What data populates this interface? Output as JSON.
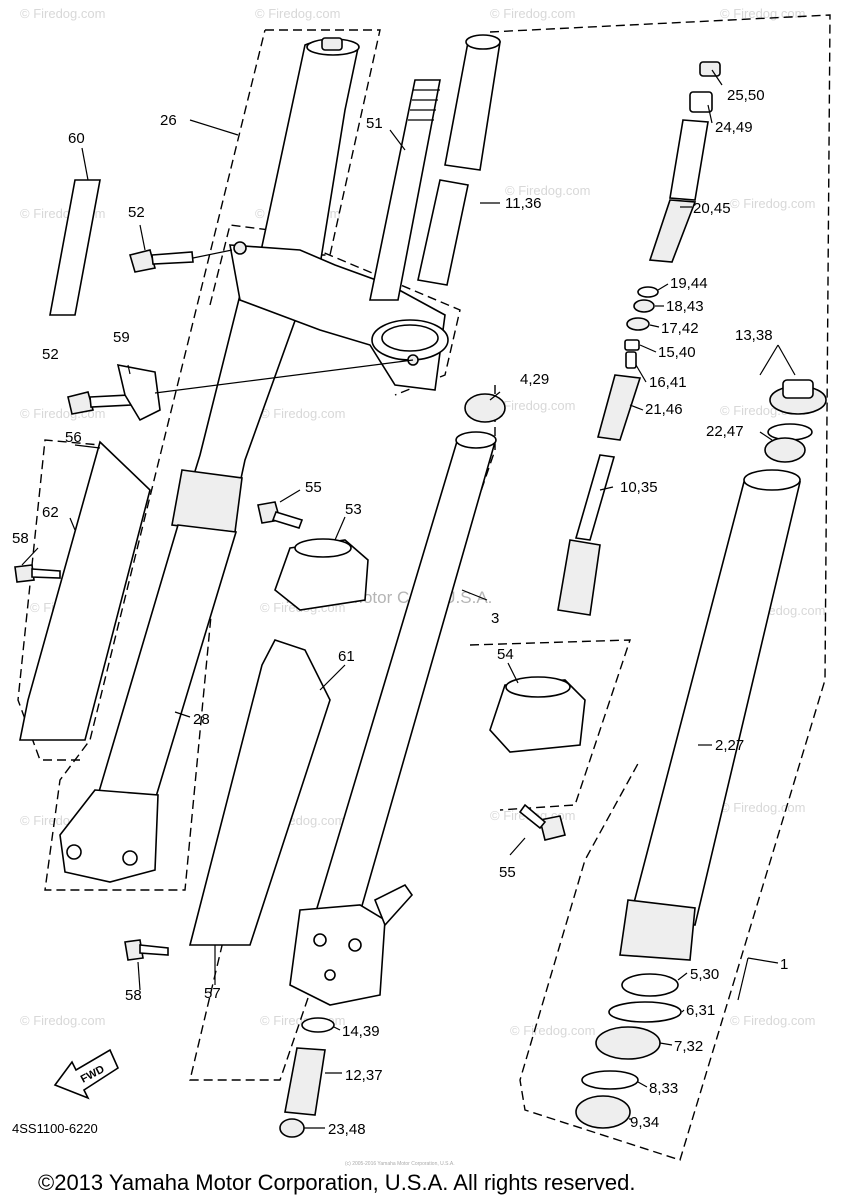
{
  "watermark": {
    "site": "© Firedog.com",
    "center": "Yamaha Motor Corp. U.S.A."
  },
  "diagram_code": "4SS1100-6220",
  "copyright": "©2013 Yamaha Motor Corporation, U.S.A. All rights reserved.",
  "tiny_footer": "(c) 2005-2016 Yamaha Motor Corporation, U.S.A.",
  "fwd_label": "FWD",
  "part_labels": {
    "p26": "26",
    "p60": "60",
    "p52a": "52",
    "p51": "51",
    "p1136": "11,36",
    "p2550": "25,50",
    "p2449": "24,49",
    "p2045": "20,45",
    "p1944": "19,44",
    "p1843": "18,43",
    "p1742": "17,42",
    "p1540": "15,40",
    "p1338": "13,38",
    "p1641": "16,41",
    "p2146": "21,46",
    "p2247": "22,47",
    "p429": "4,29",
    "p52b": "52",
    "p59": "59",
    "p56": "56",
    "p55a": "55",
    "p53": "53",
    "p1035": "10,35",
    "p62": "62",
    "p58a": "58",
    "p3": "3",
    "p54": "54",
    "p61": "61",
    "p28": "28",
    "p227": "2,27",
    "p55b": "55",
    "p1": "1",
    "p530": "5,30",
    "p58b": "58",
    "p57": "57",
    "p631": "6,31",
    "p1439": "14,39",
    "p732": "7,32",
    "p1237": "12,37",
    "p833": "8,33",
    "p2348": "23,48",
    "p934": "9,34"
  }
}
